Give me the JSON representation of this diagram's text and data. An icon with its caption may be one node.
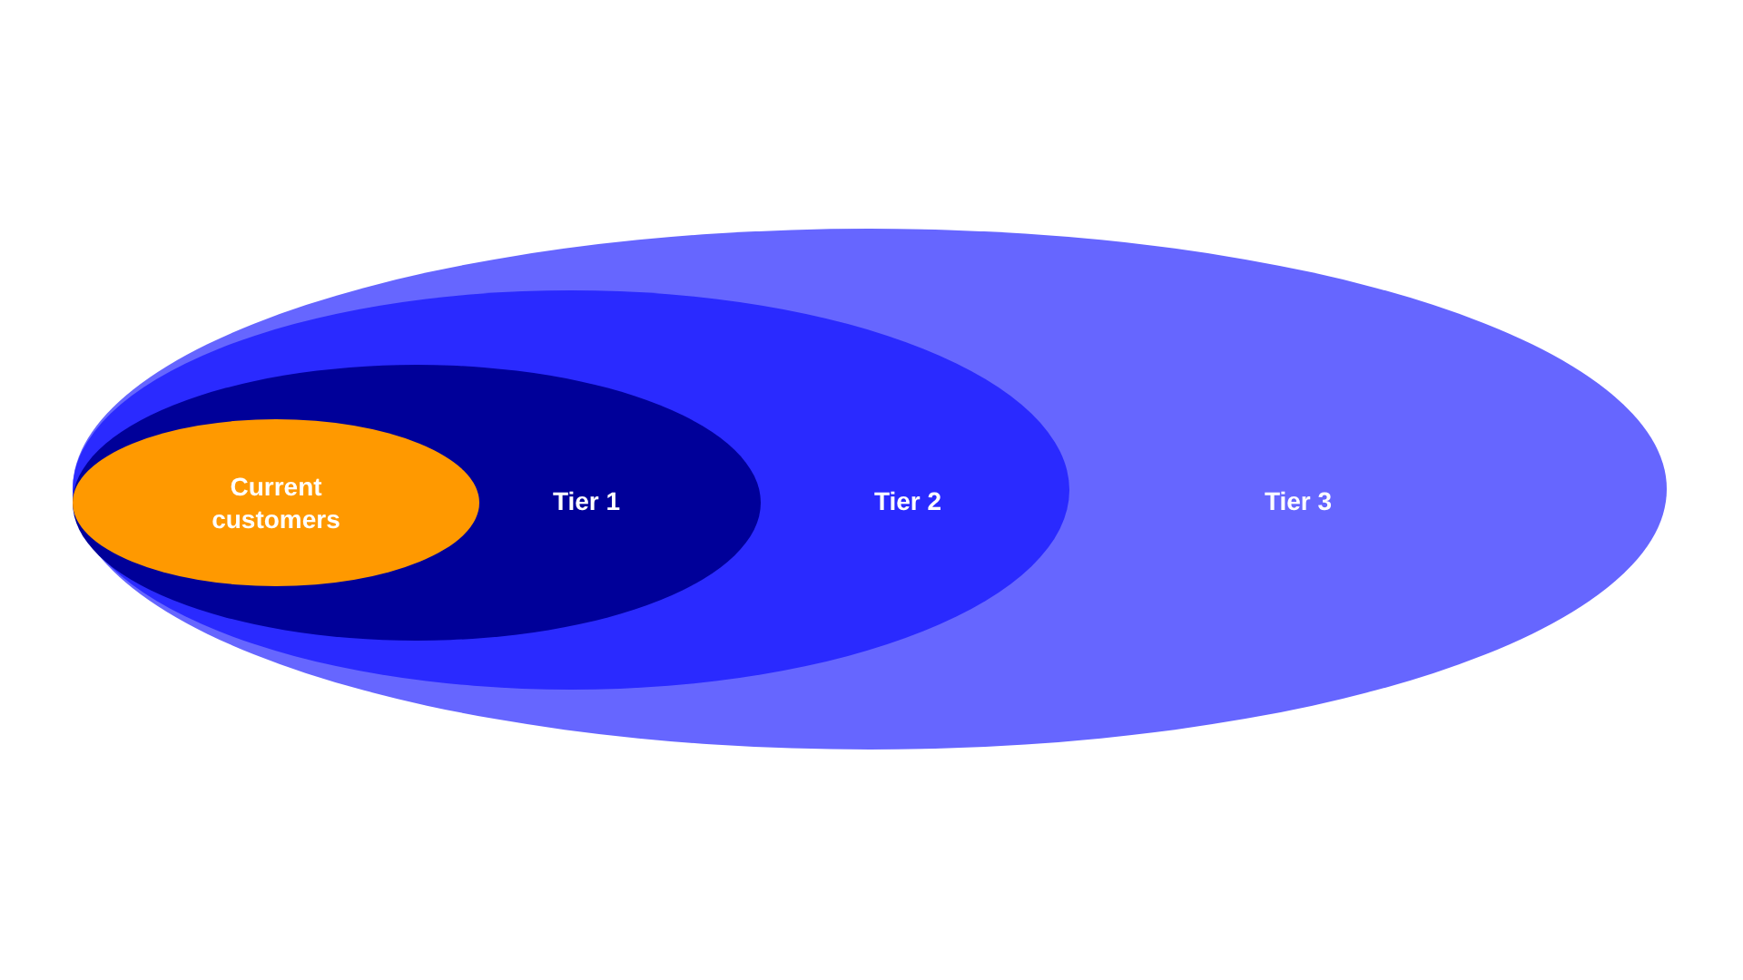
{
  "diagram": {
    "nodes": [
      {
        "text": [
          "Tier 3"
        ]
      },
      {
        "text": [
          "Tier 2"
        ],
        "in": 0
      },
      {
        "text": [
          "Tier 1"
        ],
        "in": 1
      },
      {
        "text": [
          "Current customers"
        ],
        "in": 2
      }
    ]
  }
}
